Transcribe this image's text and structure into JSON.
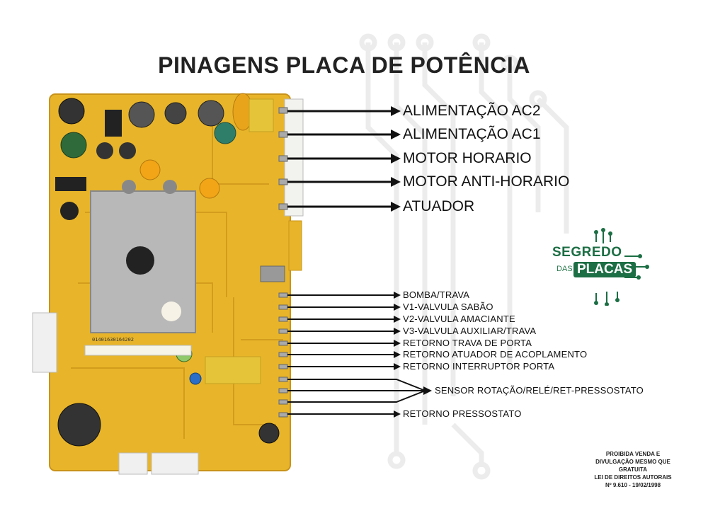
{
  "title": "PINAGENS PLACA DE POTÊNCIA",
  "board": {
    "serial": "01401630164202"
  },
  "pin_labels_top": [
    "ALIMENTAÇÃO AC2",
    "ALIMENTAÇÃO AC1",
    "MOTOR HORARIO",
    "MOTOR ANTI-HORARIO",
    "ATUADOR"
  ],
  "pin_labels_bottom": [
    "BOMBA/TRAVA",
    "V1-VALVULA SABÃO",
    "V2-VALVULA AMACIANTE",
    "V3-VALVULA AUXILIAR/TRAVA",
    "RETORNO TRAVA DE PORTA",
    "RETORNO ATUADOR DE ACOPLAMENTO",
    "RETORNO INTERRUPTOR PORTA"
  ],
  "sensor_label": "SENSOR ROTAÇÃO/RELÉ/RET-PRESSOSTATO",
  "pressostato_label": "RETORNO PRESSOSTATO",
  "logo": {
    "line1": "SEGREDO",
    "line2a": "DAS",
    "line2b": "PLACAS"
  },
  "legal": [
    "PROIBIDA VENDA E",
    "DIVULGAÇÃO MESMO QUE",
    "GRATUITA",
    "LEI DE DIREITOS AUTORAIS",
    "Nº 9.610 - 19/02/1998"
  ],
  "colors": {
    "board": "#e8b52a",
    "board_dark": "#c9931a",
    "arrow": "#111111",
    "brand": "#1c6e44",
    "watermark": "#ececec"
  }
}
